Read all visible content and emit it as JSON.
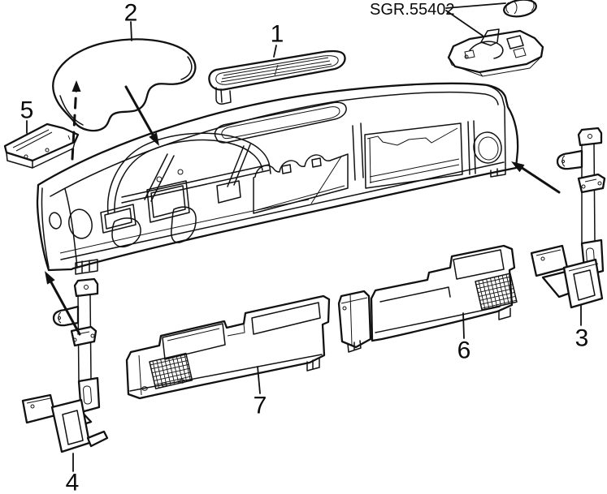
{
  "figure": {
    "background_color": "#ffffff",
    "line_color": "#111111",
    "reference_code": "SGR.55402",
    "callouts": [
      {
        "label": "1"
      },
      {
        "label": "2"
      },
      {
        "label": "3"
      },
      {
        "label": "4"
      },
      {
        "label": "5"
      },
      {
        "label": "6"
      },
      {
        "label": "7"
      }
    ]
  }
}
